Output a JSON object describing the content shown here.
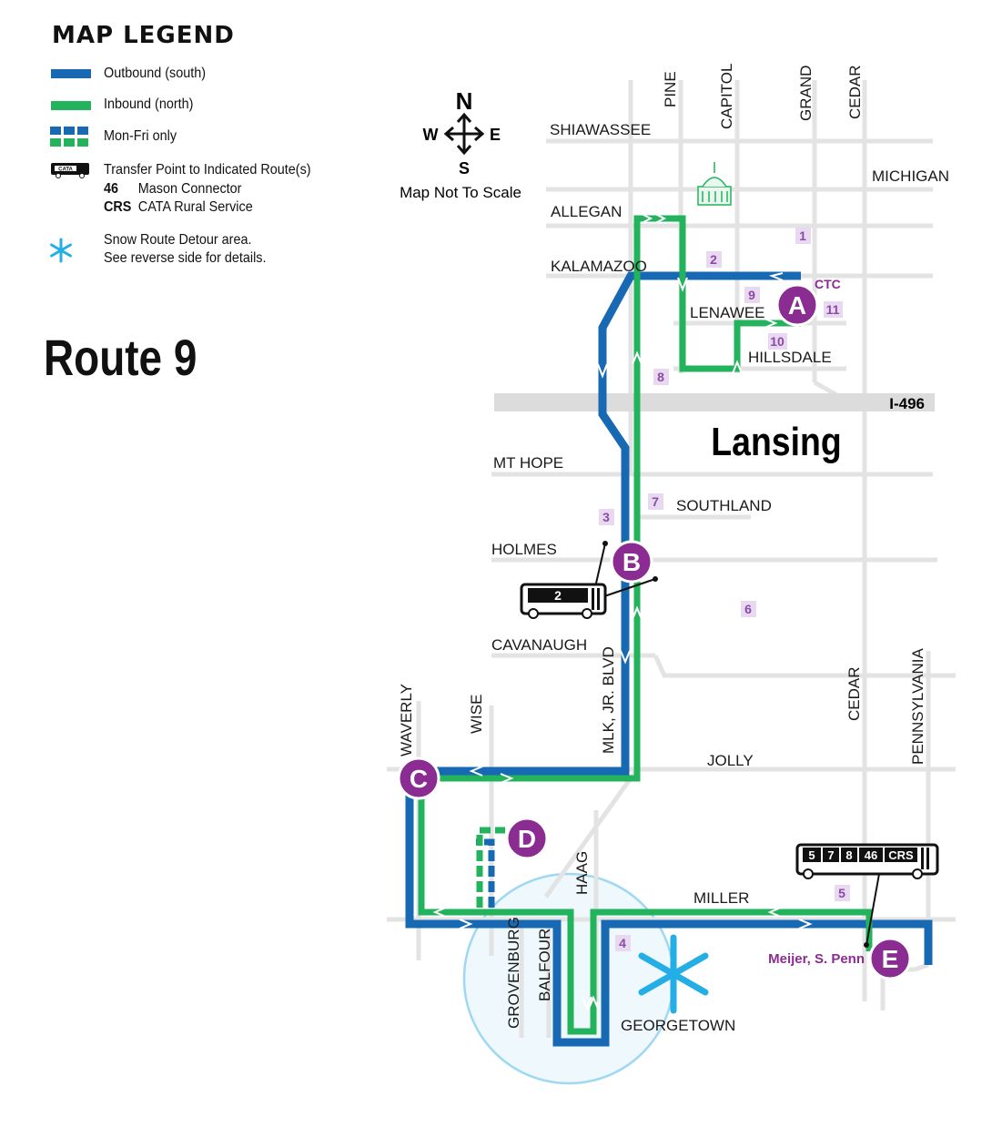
{
  "legend": {
    "title": "MAP LEGEND",
    "outbound": "Outbound (south)",
    "inbound": "Inbound (north)",
    "weekday": "Mon-Fri only",
    "transfer": "Transfer Point to Indicated Route(s)",
    "routes": [
      {
        "code": "46",
        "name": "Mason Connector"
      },
      {
        "code": "CRS",
        "name": "CATA Rural Service"
      }
    ],
    "snow_line1": "Snow Route Detour area.",
    "snow_line2": "See reverse side for details.",
    "bus_icon_label": "CATA"
  },
  "route_title": "Route 9",
  "compass": {
    "n": "N",
    "s": "S",
    "e": "E",
    "w": "W",
    "note": "Map Not To Scale"
  },
  "city": "Lansing",
  "colors": {
    "outbound": "#1769b3",
    "inbound": "#22b35c",
    "stop": "#8b2c93",
    "snow": "#23aee6",
    "road": "#e3e3e3",
    "stop_number": "#8b4aa8"
  },
  "streets": {
    "pine": "PINE",
    "capitol": "CAPITOL",
    "grand": "GRAND",
    "cedar_north": "CEDAR",
    "shiawassee": "SHIAWASSEE",
    "michigan": "MICHIGAN",
    "allegan": "ALLEGAN",
    "kalamazoo": "KALAMAZOO",
    "lenawee": "LENAWEE",
    "hillsdale": "HILLSDALE",
    "i496": "I-496",
    "mt_hope": "MT HOPE",
    "southland": "SOUTHLAND",
    "holmes": "HOLMES",
    "cavanaugh": "CAVANAUGH",
    "mlk": "MLK, JR. BLVD",
    "waverly": "WAVERLY",
    "wise": "WISE",
    "jolly": "JOLLY",
    "cedar_south": "CEDAR",
    "pennsylvania": "PENNSYLVANIA",
    "haag": "HAAG",
    "miller": "MILLER",
    "grovenburg": "GROVENBURG",
    "balfour": "BALFOUR",
    "georgetown": "GEORGETOWN"
  },
  "timepoints": [
    {
      "letter": "A",
      "label": "CTC"
    },
    {
      "letter": "B",
      "label": ""
    },
    {
      "letter": "C",
      "label": ""
    },
    {
      "letter": "D",
      "label": ""
    },
    {
      "letter": "E",
      "label": "Meijer, S. Penn"
    }
  ],
  "stop_numbers": [
    "1",
    "2",
    "3",
    "4",
    "5",
    "6",
    "7",
    "8",
    "9",
    "10",
    "11"
  ],
  "transfer_buses": [
    {
      "at": "B",
      "routes": [
        "2"
      ]
    },
    {
      "at": "E",
      "routes": [
        "5",
        "7",
        "8",
        "46",
        "CRS"
      ]
    }
  ]
}
